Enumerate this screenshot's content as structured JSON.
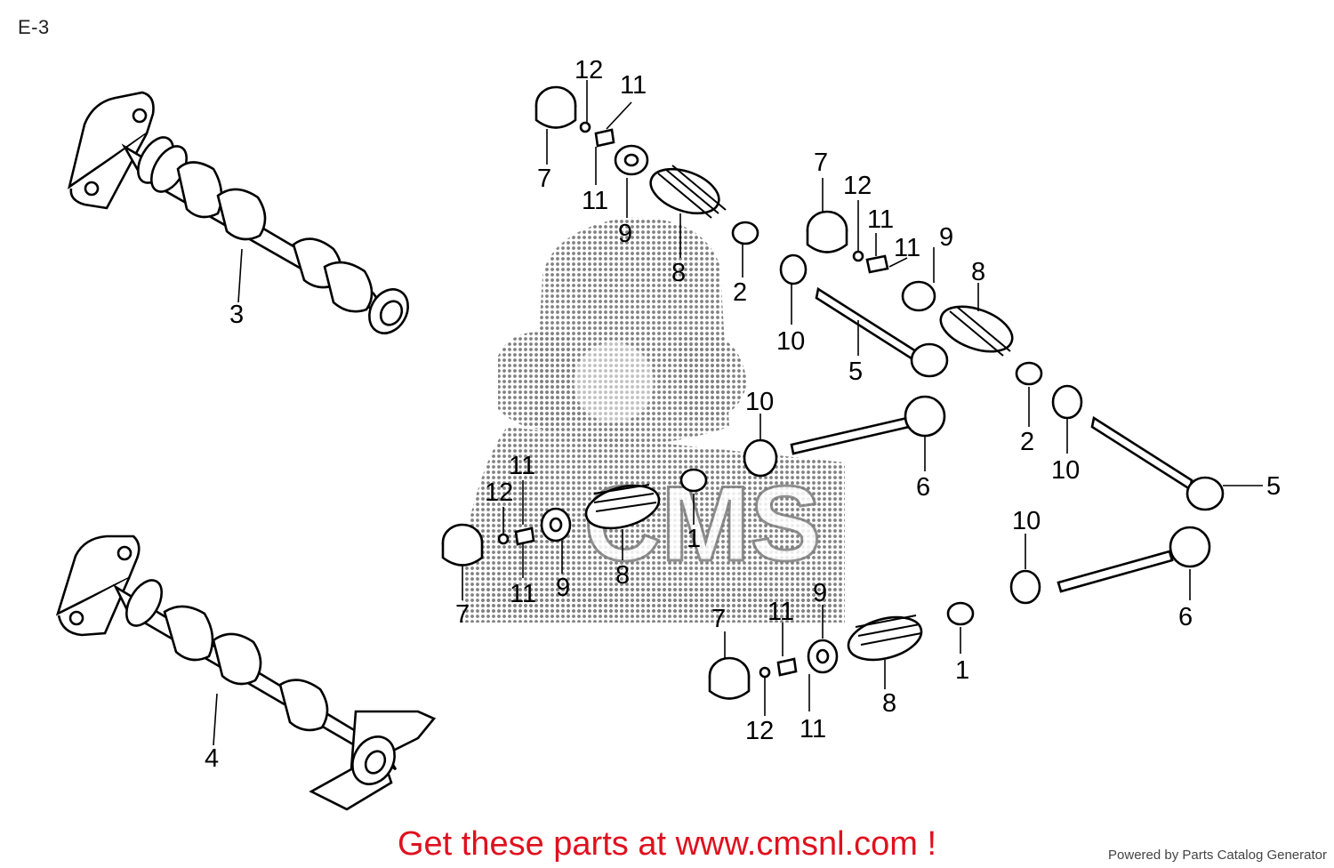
{
  "header": {
    "page_ref": "E-3"
  },
  "footer": {
    "cta_text": "Get these parts at www.cmsnl.com !",
    "powered_by": "Powered by Parts Catalog Generator",
    "cta_color": "#e0101e"
  },
  "watermark": {
    "text": "CMS",
    "color": "#5a5a5a"
  },
  "callouts": {
    "c3": "3",
    "c4": "4",
    "t7": "7",
    "t12": "12",
    "t11a": "11",
    "t11b": "11",
    "t9": "9",
    "t8": "8",
    "t2": "2",
    "r7": "7",
    "r12": "12",
    "r11a": "11",
    "r11b": "11",
    "r9": "9",
    "r8": "8",
    "r10": "10",
    "r5": "5",
    "r2": "2",
    "r10b": "10",
    "r5b": "5",
    "m10": "10",
    "m6": "6",
    "m11": "11",
    "m12": "12",
    "m11b": "11",
    "m9": "9",
    "m8": "8",
    "m1": "1",
    "m7": "7",
    "b10": "10",
    "b6": "6",
    "b1": "1",
    "b7": "7",
    "b11": "11",
    "b9": "9",
    "b8": "8",
    "b12": "12",
    "b11b": "11"
  }
}
